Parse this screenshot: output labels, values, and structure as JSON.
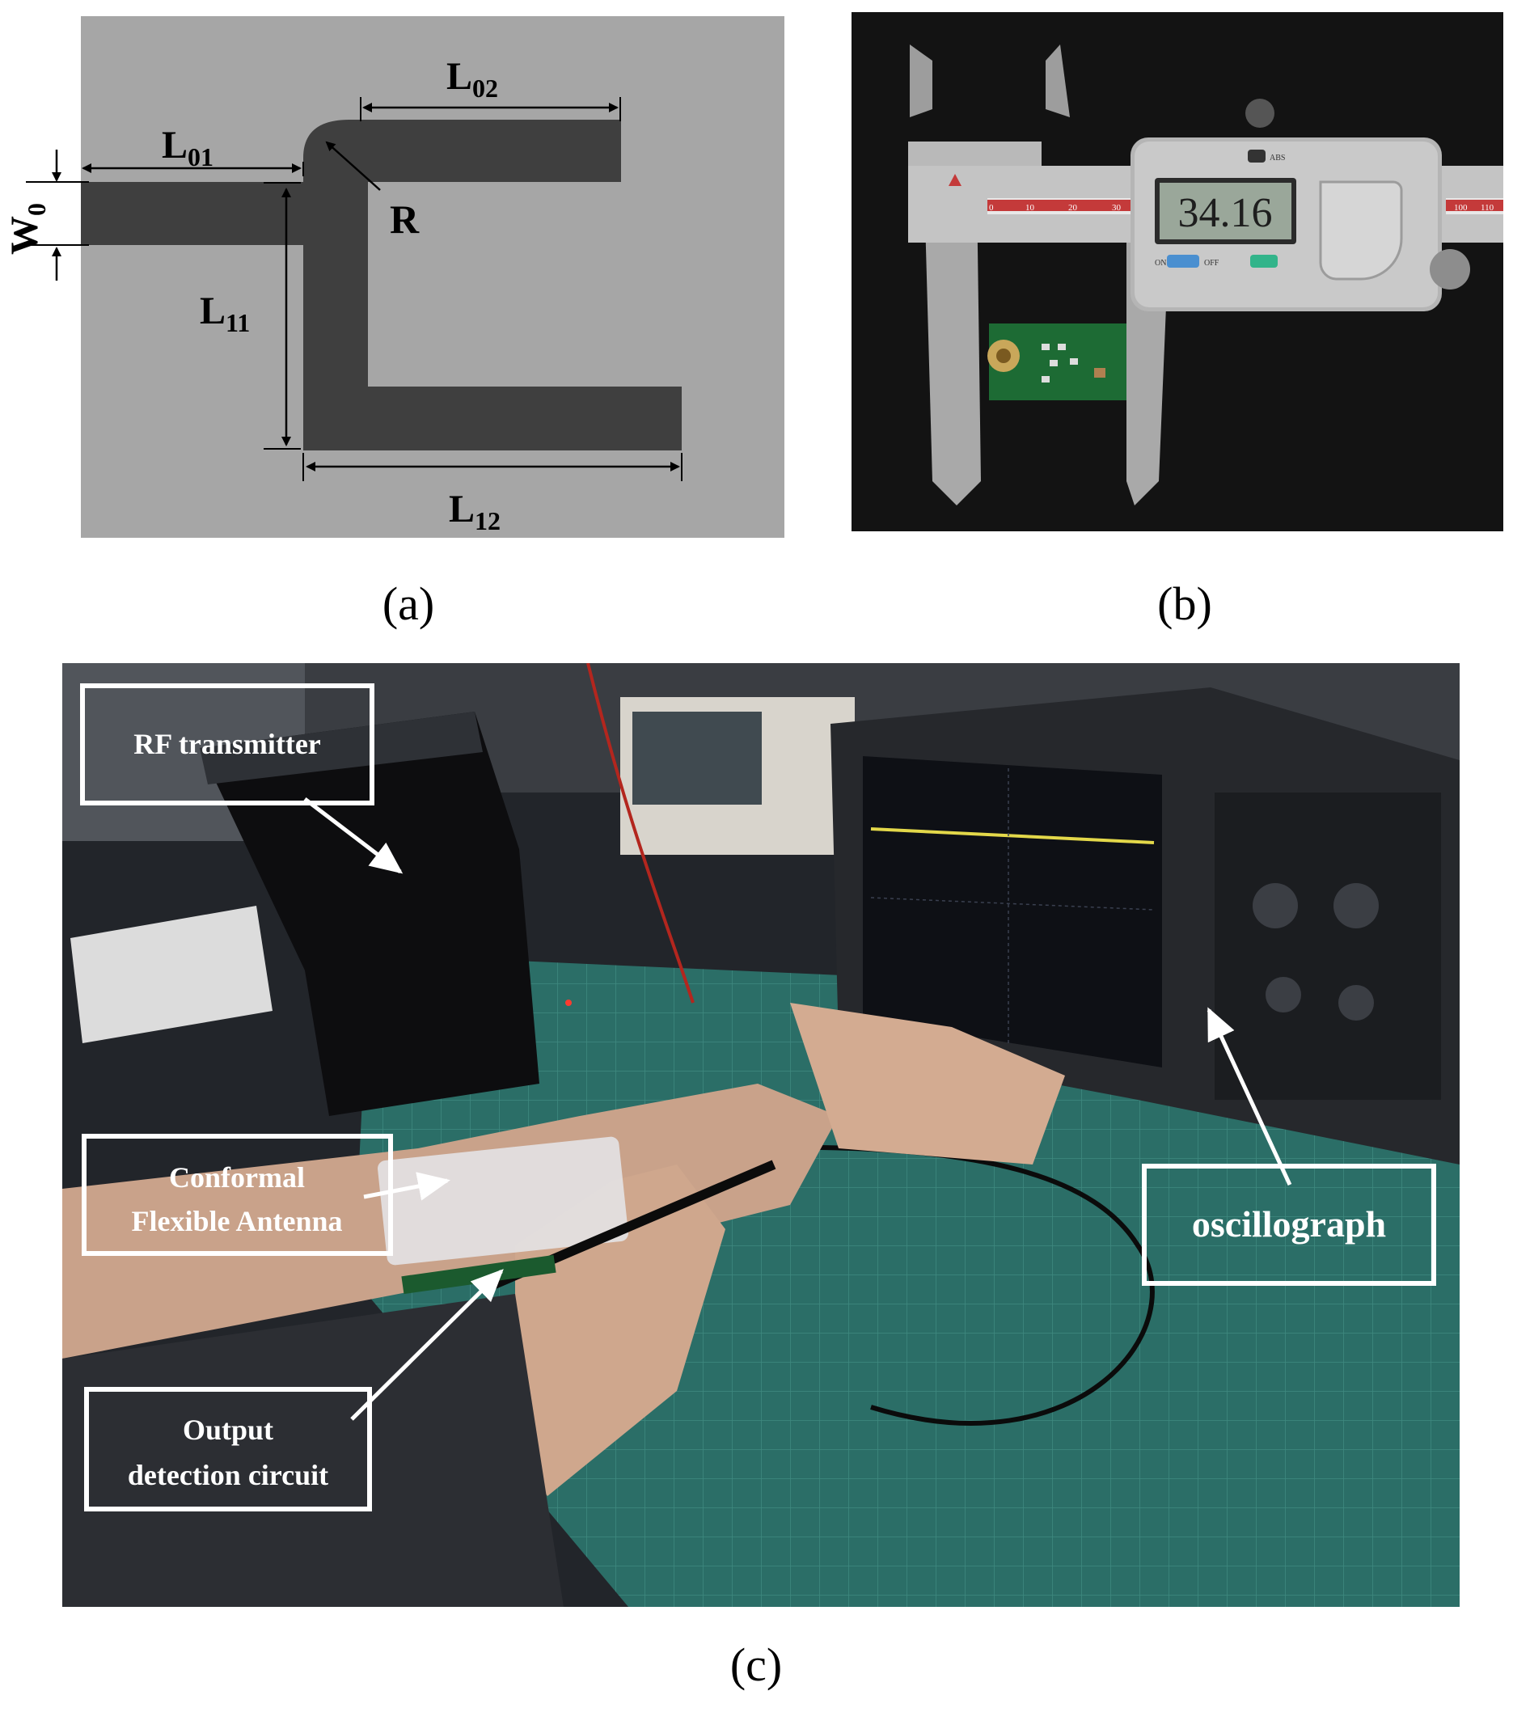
{
  "panel_a": {
    "dimension_labels": {
      "w0_main": "W",
      "w0_sub": "0",
      "l01_main": "L",
      "l01_sub": "01",
      "l02_main": "L",
      "l02_sub": "02",
      "l11_main": "L",
      "l11_sub": "11",
      "l12_main": "L",
      "l12_sub": "12",
      "r": "R"
    },
    "colors": {
      "background": "#a6a6a6",
      "trace": "#3f3f3f"
    }
  },
  "panel_b": {
    "caliper_display": "34.16",
    "caliper_buttons": {
      "on": "ON",
      "off": "OFF",
      "abs": "ABS"
    },
    "scale_numbers": [
      "0",
      "10",
      "20",
      "30",
      "100",
      "110"
    ]
  },
  "panel_c": {
    "callouts": {
      "rf_transmitter": "RF transmitter",
      "antenna_line1": "Conformal",
      "antenna_line2": "Flexible Antenna",
      "output_line1": "Output",
      "output_line2": "detection circuit",
      "oscillograph": "oscillograph"
    }
  },
  "captions": {
    "a": "(a)",
    "b": "(b)",
    "c": "(c)"
  }
}
